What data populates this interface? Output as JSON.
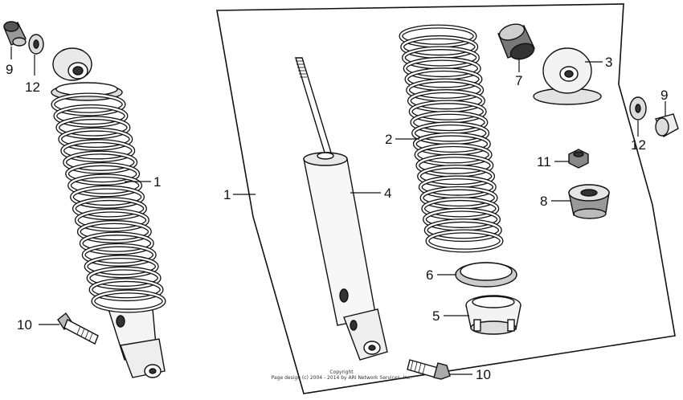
{
  "callouts": {
    "c9_left": "9",
    "c12_left": "12",
    "c1_shock": "1",
    "c10_left": "10",
    "c1_panel": "1",
    "c4": "4",
    "c2": "2",
    "c7": "7",
    "c3": "3",
    "c9_right": "9",
    "c12_right": "12",
    "c11": "11",
    "c8": "8",
    "c6": "6",
    "c5": "5",
    "c10_bottom": "10"
  },
  "copyright": {
    "line1": "Copyright",
    "line2": "Page design (c) 2004 - 2014 by ARI Network Services, Inc."
  }
}
